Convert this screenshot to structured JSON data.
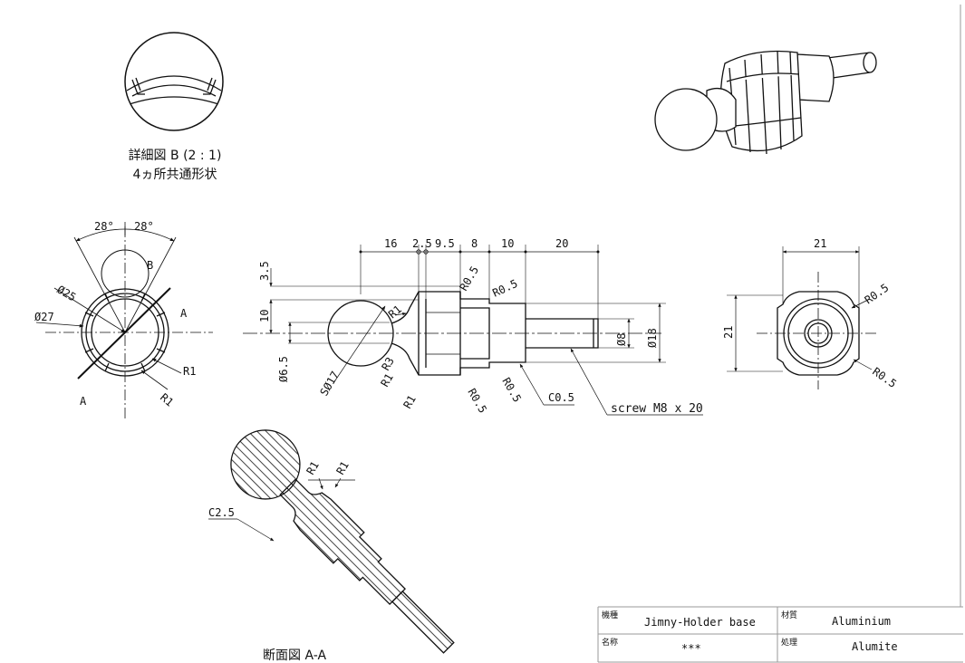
{
  "detail_view": {
    "title": "詳細図 B (2 : 1)",
    "note": "4ヵ所共通形状"
  },
  "section_view": {
    "title": "断面図 A-A",
    "labels": {
      "c25": "C2.5",
      "r1a": "R1",
      "r1b": "R1"
    }
  },
  "left_view": {
    "labels": {
      "ang1": "28°",
      "ang2": "28°",
      "b": "B",
      "d25": "Ø25",
      "d27": "Ø27",
      "a_top": "A",
      "a_bot": "A",
      "r1a": "R1",
      "r1b": "R1"
    }
  },
  "front_view": {
    "top_dims": [
      "16",
      "2.5",
      "9.5",
      "8",
      "10",
      "20"
    ],
    "labels": {
      "v35": "3.5",
      "v10": "10",
      "v65": "Ø6.5",
      "sphere": "SØ17",
      "r1_top": "R1",
      "r3": "R3",
      "r1_low": "R1",
      "r1_bot": "R1",
      "r05_a": "R0.5",
      "r05_b": "R0.5",
      "r05_c": "R0.5",
      "r05_d": "R0.5",
      "c05": "C0.5",
      "d8": "Ø8",
      "d18": "Ø18",
      "screw": "screw M8 x 20"
    }
  },
  "right_view": {
    "labels": {
      "w21": "21",
      "h21": "21",
      "r05_a": "R0.5",
      "r05_b": "R0.5"
    }
  },
  "title_block": {
    "kishu_label": "機種",
    "kishu_value": "Jimny-Holder base",
    "zairyo_label": "材質",
    "zairyo_value": "Aluminium",
    "meisho_label": "名称",
    "meisho_value": "***",
    "shori_label": "処理",
    "shori_value": "Alumite"
  }
}
